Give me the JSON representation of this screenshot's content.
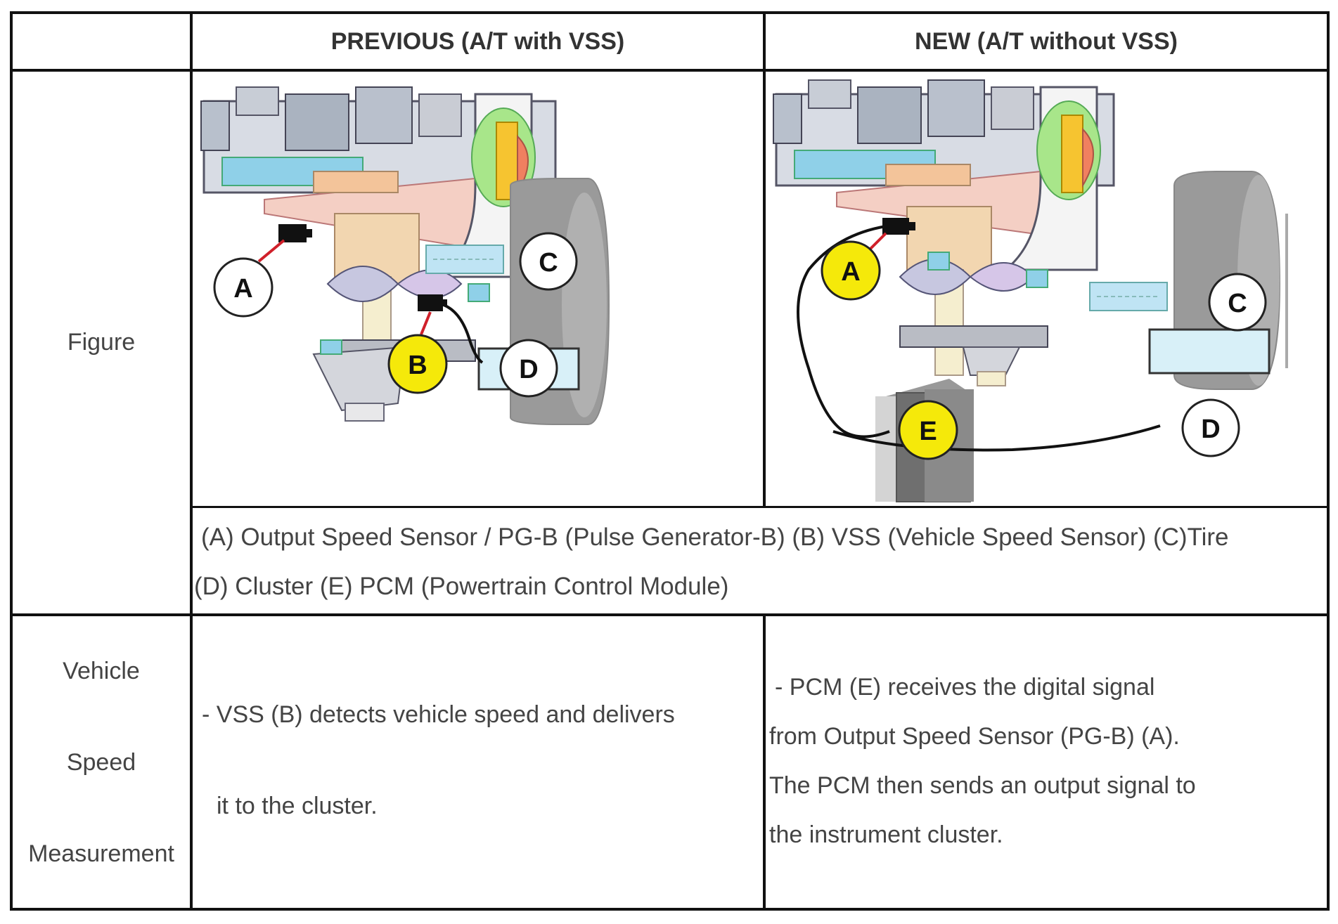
{
  "table": {
    "header": {
      "previous": "PREVIOUS (A/T with VSS)",
      "new": "NEW (A/T without VSS)"
    },
    "row_figure": {
      "label": "Figure",
      "callouts": {
        "a": "A",
        "b": "B",
        "c": "C",
        "d": "D",
        "e": "E"
      },
      "caption_line1": "(A) Output Speed Sensor / PG-B (Pulse Generator-B) (B) VSS (Vehicle Speed Sensor) (C)Tire",
      "caption_line2": "(D) Cluster (E) PCM (Powertrain Control Module)"
    },
    "row_speed": {
      "label_line1": "Vehicle",
      "label_line2": "Speed",
      "label_line3": "Measurement",
      "previous_line1": "- VSS (B) detects vehicle speed and delivers",
      "previous_line2": "it to the cluster.",
      "new_line1": "- PCM (E) receives the digital signal",
      "new_line2": "from Output Speed Sensor (PG-B) (A).",
      "new_line3": "The PCM then sends an output signal to",
      "new_line4": "the instrument cluster."
    }
  },
  "colors": {
    "grid": "#111111",
    "callout_highlight": "#f5e90a",
    "callout_plain": "#ffffff",
    "arrow": "#d0202a",
    "cluster_box": "#d8f0f8",
    "tire": "#9a9a9a",
    "pcm_box": "#6f6f6f"
  }
}
